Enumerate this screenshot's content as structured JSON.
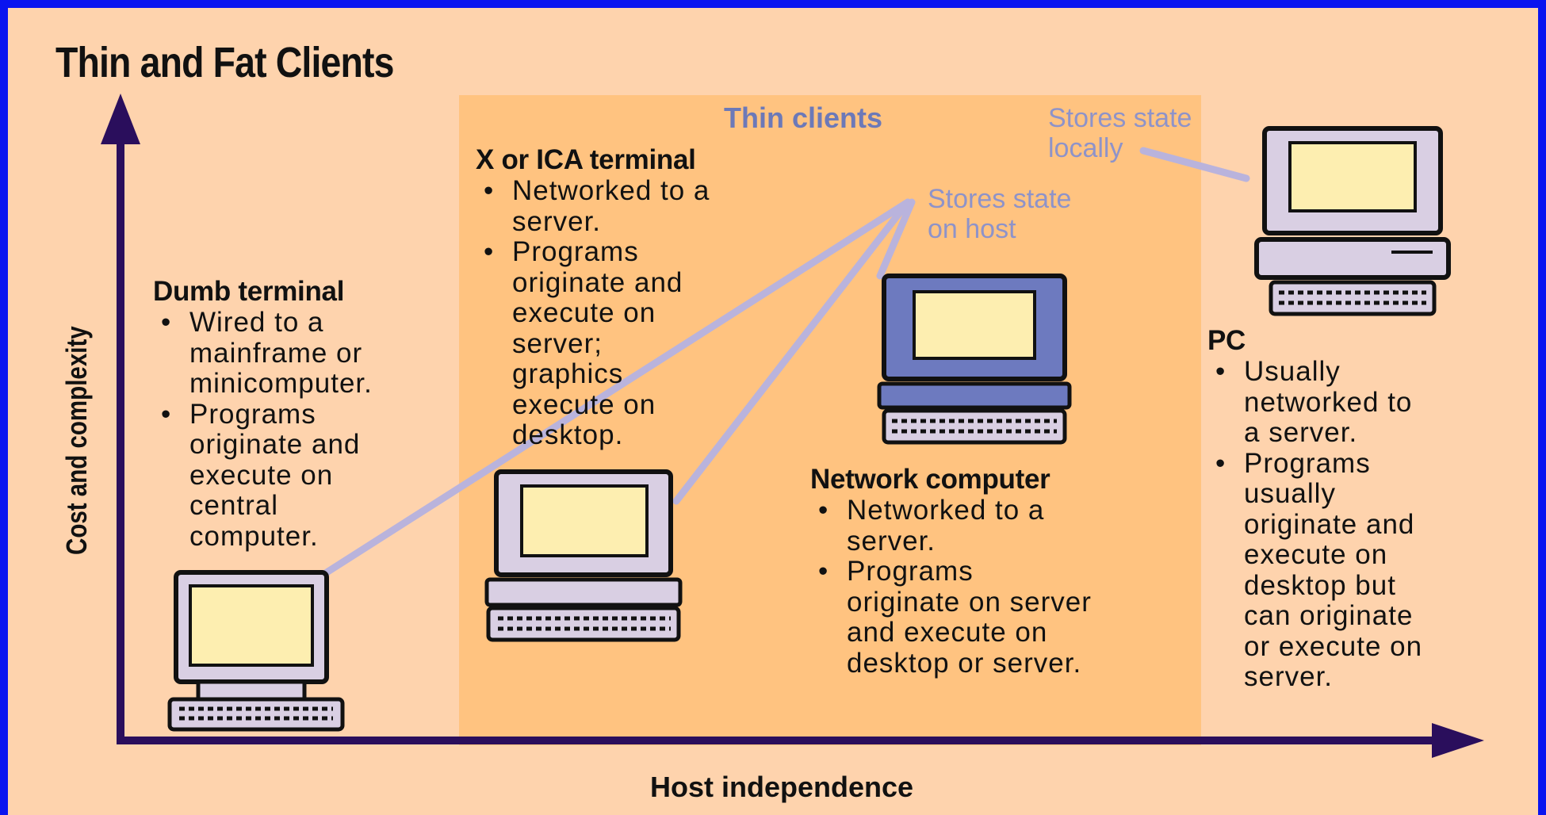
{
  "diagram": {
    "title": "Thin and Fat Clients",
    "zone_label": "Thin clients",
    "x_axis_label": "Host independence",
    "y_axis_label": "Cost and complexity",
    "callouts": {
      "host": "Stores state\non host",
      "local": "Stores state\nlocally"
    },
    "clients": [
      {
        "id": "dumb-terminal",
        "name": "Dumb terminal",
        "points": [
          "Wired to a\nmainframe or\nminicomputer.",
          "Programs\noriginate and\nexecute on\ncentral\ncomputer."
        ]
      },
      {
        "id": "x-ica-terminal",
        "name": "X or ICA terminal",
        "points": [
          "Networked to a\nserver.",
          "Programs\noriginate and\nexecute on\nserver;\ngraphics\nexecute on\ndesktop."
        ]
      },
      {
        "id": "network-computer",
        "name": "Network computer",
        "points": [
          "Networked to a\nserver.",
          "Programs\noriginate on server\nand execute on\ndesktop or server."
        ]
      },
      {
        "id": "pc",
        "name": "PC",
        "points": [
          "Usually\nnetworked to\na server.",
          "Programs\nusually\noriginate and\nexecute on\ndesktop but\ncan originate\nor execute on\nserver."
        ]
      }
    ],
    "colors": {
      "background": "#0a14f0",
      "panel": "#fed3ad",
      "thin_zone": "#ffc380",
      "axis": "#2a0e5c",
      "callout_line": "#b9b3dc",
      "screen": "#fdeeb0"
    }
  }
}
